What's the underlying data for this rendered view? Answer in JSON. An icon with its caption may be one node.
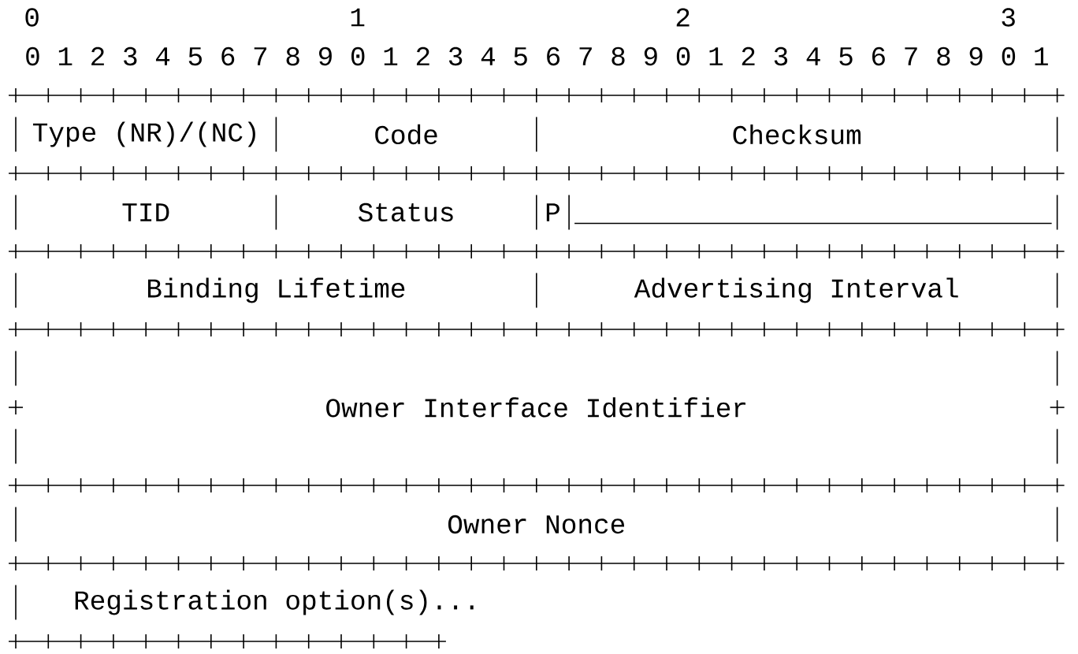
{
  "diagram": {
    "nodes": [
      {
        "text": [
          "Type (NR)/(NC)"
        ]
      },
      {
        "text": [
          "Code"
        ]
      },
      {
        "text": [
          "Checksum"
        ]
      },
      {
        "text": [
          "TID"
        ]
      },
      {
        "text": [
          "Status"
        ]
      },
      {
        "text": [
          "P"
        ]
      },
      {
        "text": [],
        "shape": "box"
      },
      {
        "text": [
          "Binding Lifetime"
        ]
      },
      {
        "text": [
          "Advertising Interval"
        ]
      },
      {
        "text": [
          "Owner Interface Identifier"
        ]
      },
      {
        "text": [
          "Owner Nonce"
        ]
      },
      {
        "text": [
          "Registration option(s)..."
        ]
      }
    ],
    "labels": [
      "0",
      "1",
      "2",
      "3",
      "0 1 2 3 4 5 6 7 8 9 0 1 2 3 4 5 6 7 8 9 0 1 2 3 4 5 6 7 8 9 0 1"
    ]
  }
}
